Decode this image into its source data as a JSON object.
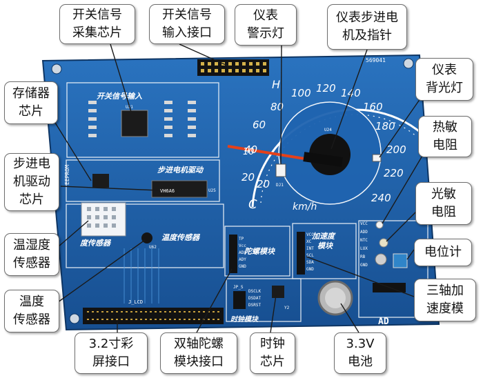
{
  "callouts": {
    "switch_chip": "开关信号\n采集芯片",
    "switch_port": "开关信号\n输入接口",
    "warn_lamp": "仪表\n警示灯",
    "stepper_needle": "仪表步进电\n机及指针",
    "backlight": "仪表\n背光灯",
    "memory_chip": "存储器\n芯片",
    "thermistor": "热敏\n电阻",
    "stepper_driver": "步进电\n机驱动\n芯片",
    "photoresistor": "光敏\n电阻",
    "potentiometer": "电位计",
    "humidity_sensor": "温湿度\n传感器",
    "temp_sensor": "温度\n传感器",
    "accelerometer": "三轴加\n速度模",
    "lcd_port": "3.2寸彩\n屏接口",
    "gyro_port": "双轴陀螺\n模块接口",
    "clock_chip": "时钟\n芯片",
    "battery": "3.3V\n电池"
  },
  "board": {
    "serial_code": "569041",
    "switch_input_label": "开关信号输入",
    "stepper_label": "步进电机驱动",
    "temp_label": "温度传感器",
    "humidity_label": "度传感器",
    "gyro_label": "陀螺模块",
    "accel_label": "加速度",
    "accel_label2": "模块",
    "clock_label": "时钟模块",
    "eeprom_label": "EEPROM",
    "lcd_label": "J_LCD",
    "ad_label": "AD",
    "speed_unit": "km/h",
    "gauge_h": "H",
    "gauge_c": "C",
    "speed_ticks": [
      "20",
      "40",
      "60",
      "80",
      "100",
      "120",
      "140",
      "160",
      "180",
      "200",
      "220",
      "240"
    ],
    "fuel_ticks": [
      "10",
      "20"
    ],
    "driver_chip_label": "VH6A6",
    "u24": "U24",
    "u21": "U21",
    "u25": "U25",
    "u62": "U62",
    "y2": "Y2",
    "dj1": "DJ1",
    "jp_s": "JP_S",
    "gyro_pins": [
      "TP",
      "Vcc",
      "ADX",
      "ADY",
      "GND"
    ],
    "accel_pins": [
      "VCC",
      "XC",
      "INT",
      "SCL",
      "SDA",
      "GND"
    ],
    "ad_pins": [
      "VCC",
      "ADD",
      "NTC",
      "LUX",
      "RB",
      "GND"
    ],
    "clock_pins": [
      "DSCLK",
      "DSDAT",
      "DSRST"
    ]
  },
  "colors": {
    "board_blue": "#1d5fa8",
    "silkscreen": "#ffffff",
    "needle": "#e5411a",
    "callout_border": "#6d6d6d"
  }
}
